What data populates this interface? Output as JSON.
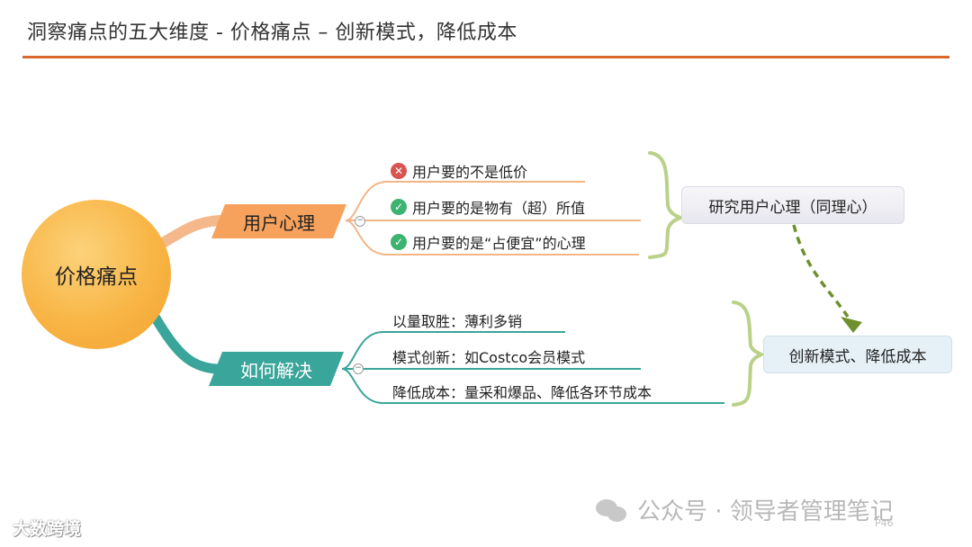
{
  "header": {
    "title": "洞察痛点的五大维度 - 价格痛点 – 创新模式，降低成本"
  },
  "mindmap": {
    "root": "价格痛点",
    "branches": [
      {
        "label": "用户心理",
        "color": "#f6a25c",
        "items": [
          {
            "text": "用户要的不是低价",
            "icon": "x-circle-icon"
          },
          {
            "text": "用户要的是物有（超）所值",
            "icon": "check-circle-icon"
          },
          {
            "text": "用户要的是“占便宜”的心理",
            "icon": "check-circle-icon"
          }
        ],
        "summary": "研究用户心理（同理心）"
      },
      {
        "label": "如何解决",
        "color": "#3aa59a",
        "items": [
          {
            "text": "以量取胜：薄利多销"
          },
          {
            "text": "模式创新：如Costco会员模式"
          },
          {
            "text": "降低成本：量采和爆品、降低各环节成本"
          }
        ],
        "summary": "创新模式、降低成本"
      }
    ],
    "collapse_symbol": "−"
  },
  "footer": {
    "watermark": "公众号 · 领导者管理笔记",
    "page": "P46",
    "brand": "大数跨境"
  },
  "colors": {
    "accent_rule": "#d9692e",
    "bracket": "#b9d189",
    "arrow": "#6e8f2b"
  }
}
